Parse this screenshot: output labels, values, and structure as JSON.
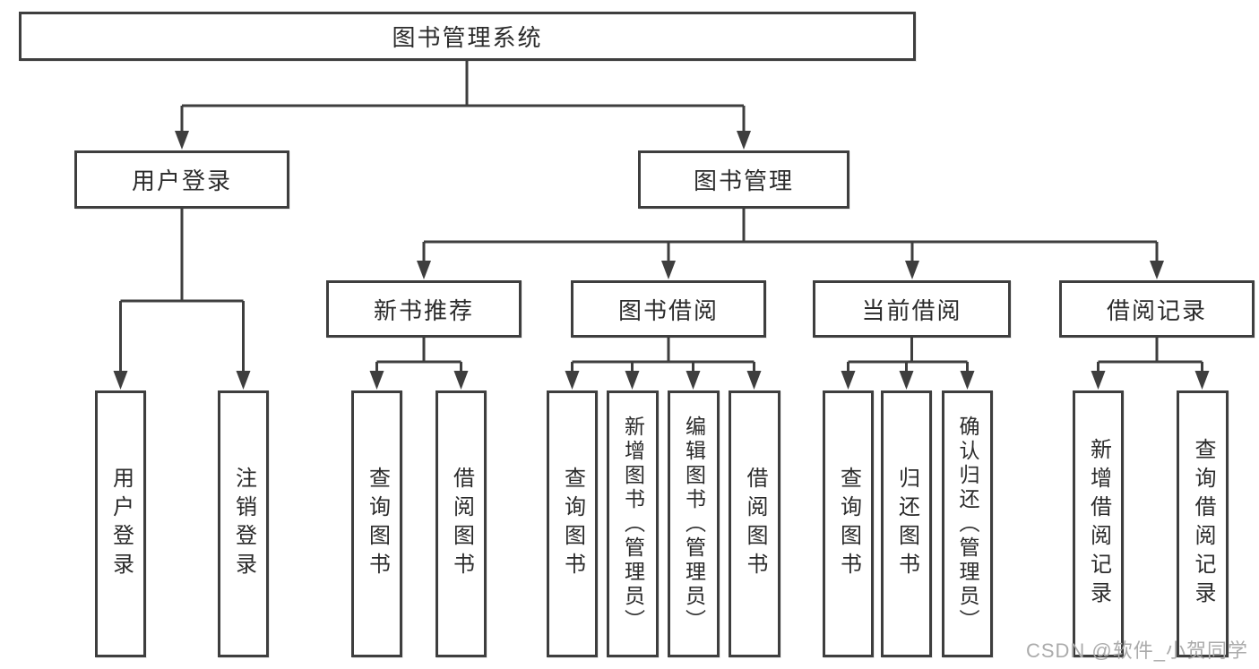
{
  "diagram": {
    "root": {
      "label": "图书管理系统"
    },
    "branches": [
      {
        "label": "用户登录",
        "children": [
          {
            "label": "用户登录"
          },
          {
            "label": "注销登录"
          }
        ]
      },
      {
        "label": "图书管理",
        "groups": [
          {
            "label": "新书推荐",
            "children": [
              {
                "label": "查询图书"
              },
              {
                "label": "借阅图书"
              }
            ]
          },
          {
            "label": "图书借阅",
            "children": [
              {
                "label": "查询图书"
              },
              {
                "label": "新增图书（管理员）"
              },
              {
                "label": "编辑图书（管理员）"
              },
              {
                "label": "借阅图书"
              }
            ]
          },
          {
            "label": "当前借阅",
            "children": [
              {
                "label": "查询图书"
              },
              {
                "label": "归还图书"
              },
              {
                "label": "确认归还（管理员）"
              }
            ]
          },
          {
            "label": "借阅记录",
            "children": [
              {
                "label": "新增借阅记录"
              },
              {
                "label": "查询借阅记录"
              }
            ]
          }
        ]
      }
    ]
  },
  "watermark": {
    "text": "CSDN @软件_小贺同学"
  },
  "colors": {
    "line": "#3e3e3e",
    "text": "#2b2b2b",
    "watermark": "#ababab",
    "background": "#ffffff"
  }
}
